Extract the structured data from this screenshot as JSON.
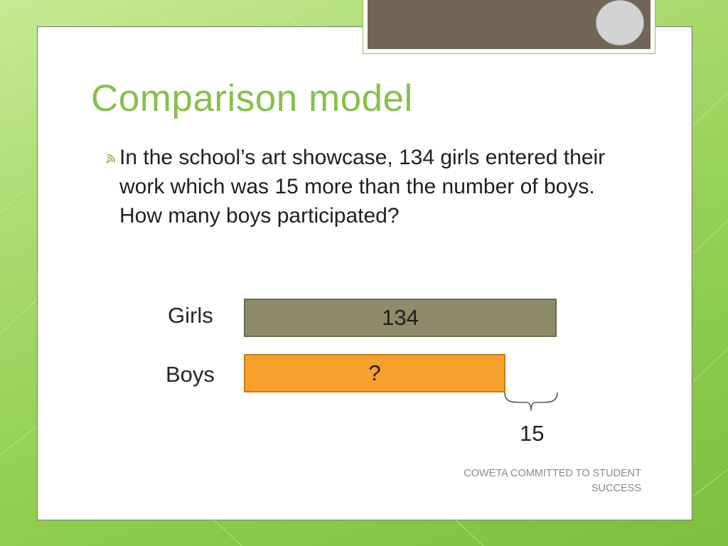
{
  "slide": {
    "title": "Comparison model",
    "problem_text": "In the school’s art showcase, 134 girls entered their work which was 15 more than the number of boys.  How many boys participated?",
    "footer_text": "COWETA COMMITTED TO STUDENT\nSUCCESS"
  },
  "model": {
    "rows": [
      {
        "label": "Girls",
        "value_label": "134"
      },
      {
        "label": "Boys",
        "value_label": "?"
      }
    ],
    "difference_label": "15"
  },
  "colors": {
    "title": "#86c149",
    "girls_bar": "#8e8b6a",
    "boys_bar": "#f7a02b",
    "background": "#a6d86a",
    "header_block": "#716656"
  },
  "icons": {
    "bullet": "wifi-style-bullet-icon",
    "seal": "district-seal-icon"
  }
}
